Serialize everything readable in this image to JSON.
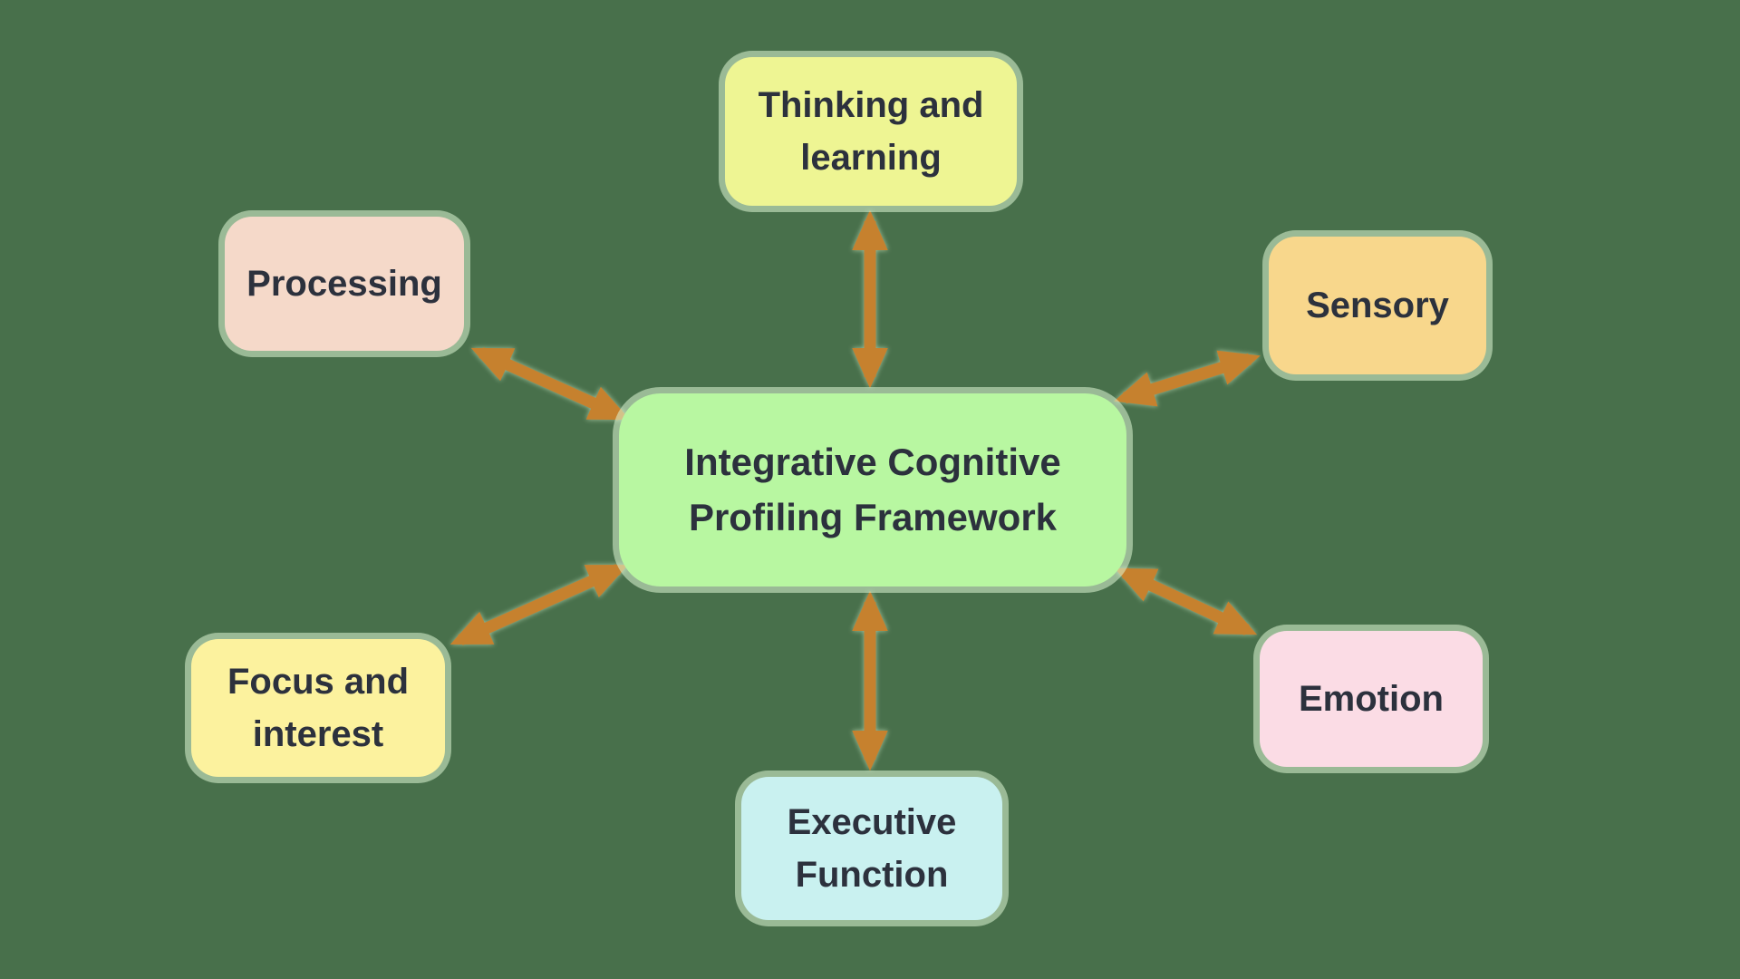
{
  "diagram": {
    "center": {
      "id": "integrative-cognitive-profiling-framework",
      "label": "Integrative Cognitive Profiling Framework",
      "color": "#b8f7a1"
    },
    "nodes": [
      {
        "id": "thinking-and-learning",
        "label": "Thinking and learning",
        "color": "#eef593"
      },
      {
        "id": "processing",
        "label": "Processing",
        "color": "#f5d9c9"
      },
      {
        "id": "sensory",
        "label": "Sensory",
        "color": "#f8d78c"
      },
      {
        "id": "emotion",
        "label": "Emotion",
        "color": "#fbdce5"
      },
      {
        "id": "executive-function",
        "label": "Executive Function",
        "color": "#c9f1f0"
      },
      {
        "id": "focus-and-interest",
        "label": "Focus and interest",
        "color": "#fcf29e"
      }
    ],
    "connections": [
      {
        "from": "integrative-cognitive-profiling-framework",
        "to": "thinking-and-learning",
        "bidirectional": true
      },
      {
        "from": "integrative-cognitive-profiling-framework",
        "to": "processing",
        "bidirectional": true
      },
      {
        "from": "integrative-cognitive-profiling-framework",
        "to": "sensory",
        "bidirectional": true
      },
      {
        "from": "integrative-cognitive-profiling-framework",
        "to": "emotion",
        "bidirectional": true
      },
      {
        "from": "integrative-cognitive-profiling-framework",
        "to": "executive-function",
        "bidirectional": true
      },
      {
        "from": "integrative-cognitive-profiling-framework",
        "to": "focus-and-interest",
        "bidirectional": true
      }
    ],
    "colors": {
      "background": "#48704b",
      "arrow": "#c6812e",
      "text": "#2c313d",
      "halo": "#dff8d6"
    }
  }
}
